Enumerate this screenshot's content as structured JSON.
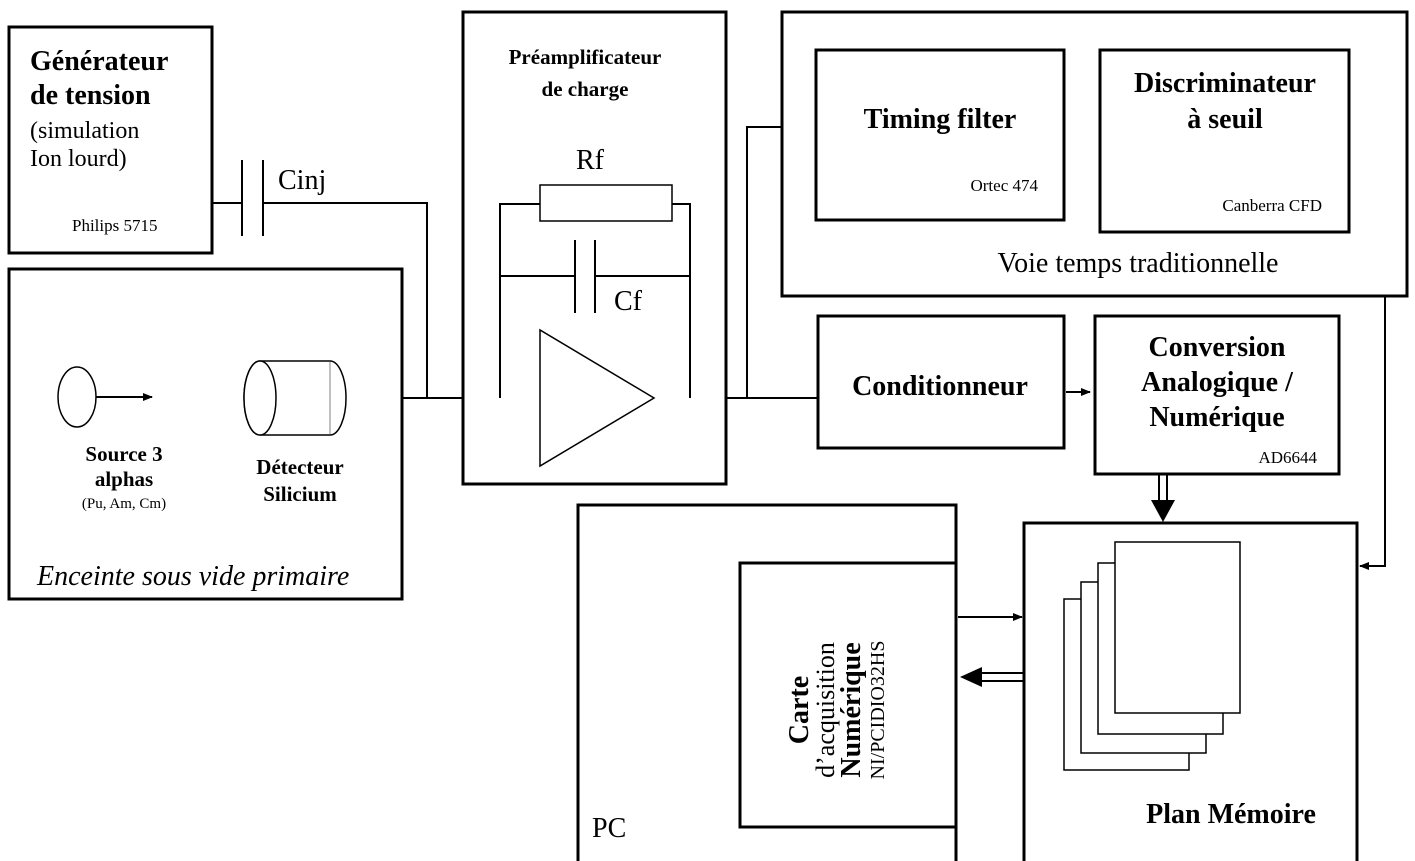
{
  "generator": {
    "title_line1": "Générateur",
    "title_line2": "de tension",
    "sub_line1": "(simulation",
    "sub_line2": "Ion lourd)",
    "model": "Philips 5715"
  },
  "cinj_label": "Cinj",
  "enclosure": {
    "source_line1": "Source 3",
    "source_line2": "alphas",
    "source_line3": "(Pu, Am, Cm)",
    "detector_line1": "Détecteur",
    "detector_line2": "Silicium",
    "caption": "Enceinte sous vide primaire"
  },
  "preamp": {
    "title_line1": "Préamplificateur",
    "title_line2": "de charge",
    "rf_label": "Rf",
    "cf_label": "Cf"
  },
  "timing_channel": {
    "timing_filter": "Timing filter",
    "timing_model": "Ortec 474",
    "discriminator_line1": "Discriminateur",
    "discriminator_line2": "à seuil",
    "discriminator_model": "Canberra CFD",
    "caption": "Voie temps traditionnelle"
  },
  "conditioner": "Conditionneur",
  "adc": {
    "line1": "Conversion",
    "line2": "Analogique /",
    "line3": "Numérique",
    "model": "AD6644"
  },
  "pc": {
    "label": "PC",
    "card_line1": "Carte",
    "card_line2": "d’acquisition",
    "card_line3": "Numérique",
    "card_model": "NI/PCIDIO32HS"
  },
  "memory": "Plan Mémoire"
}
